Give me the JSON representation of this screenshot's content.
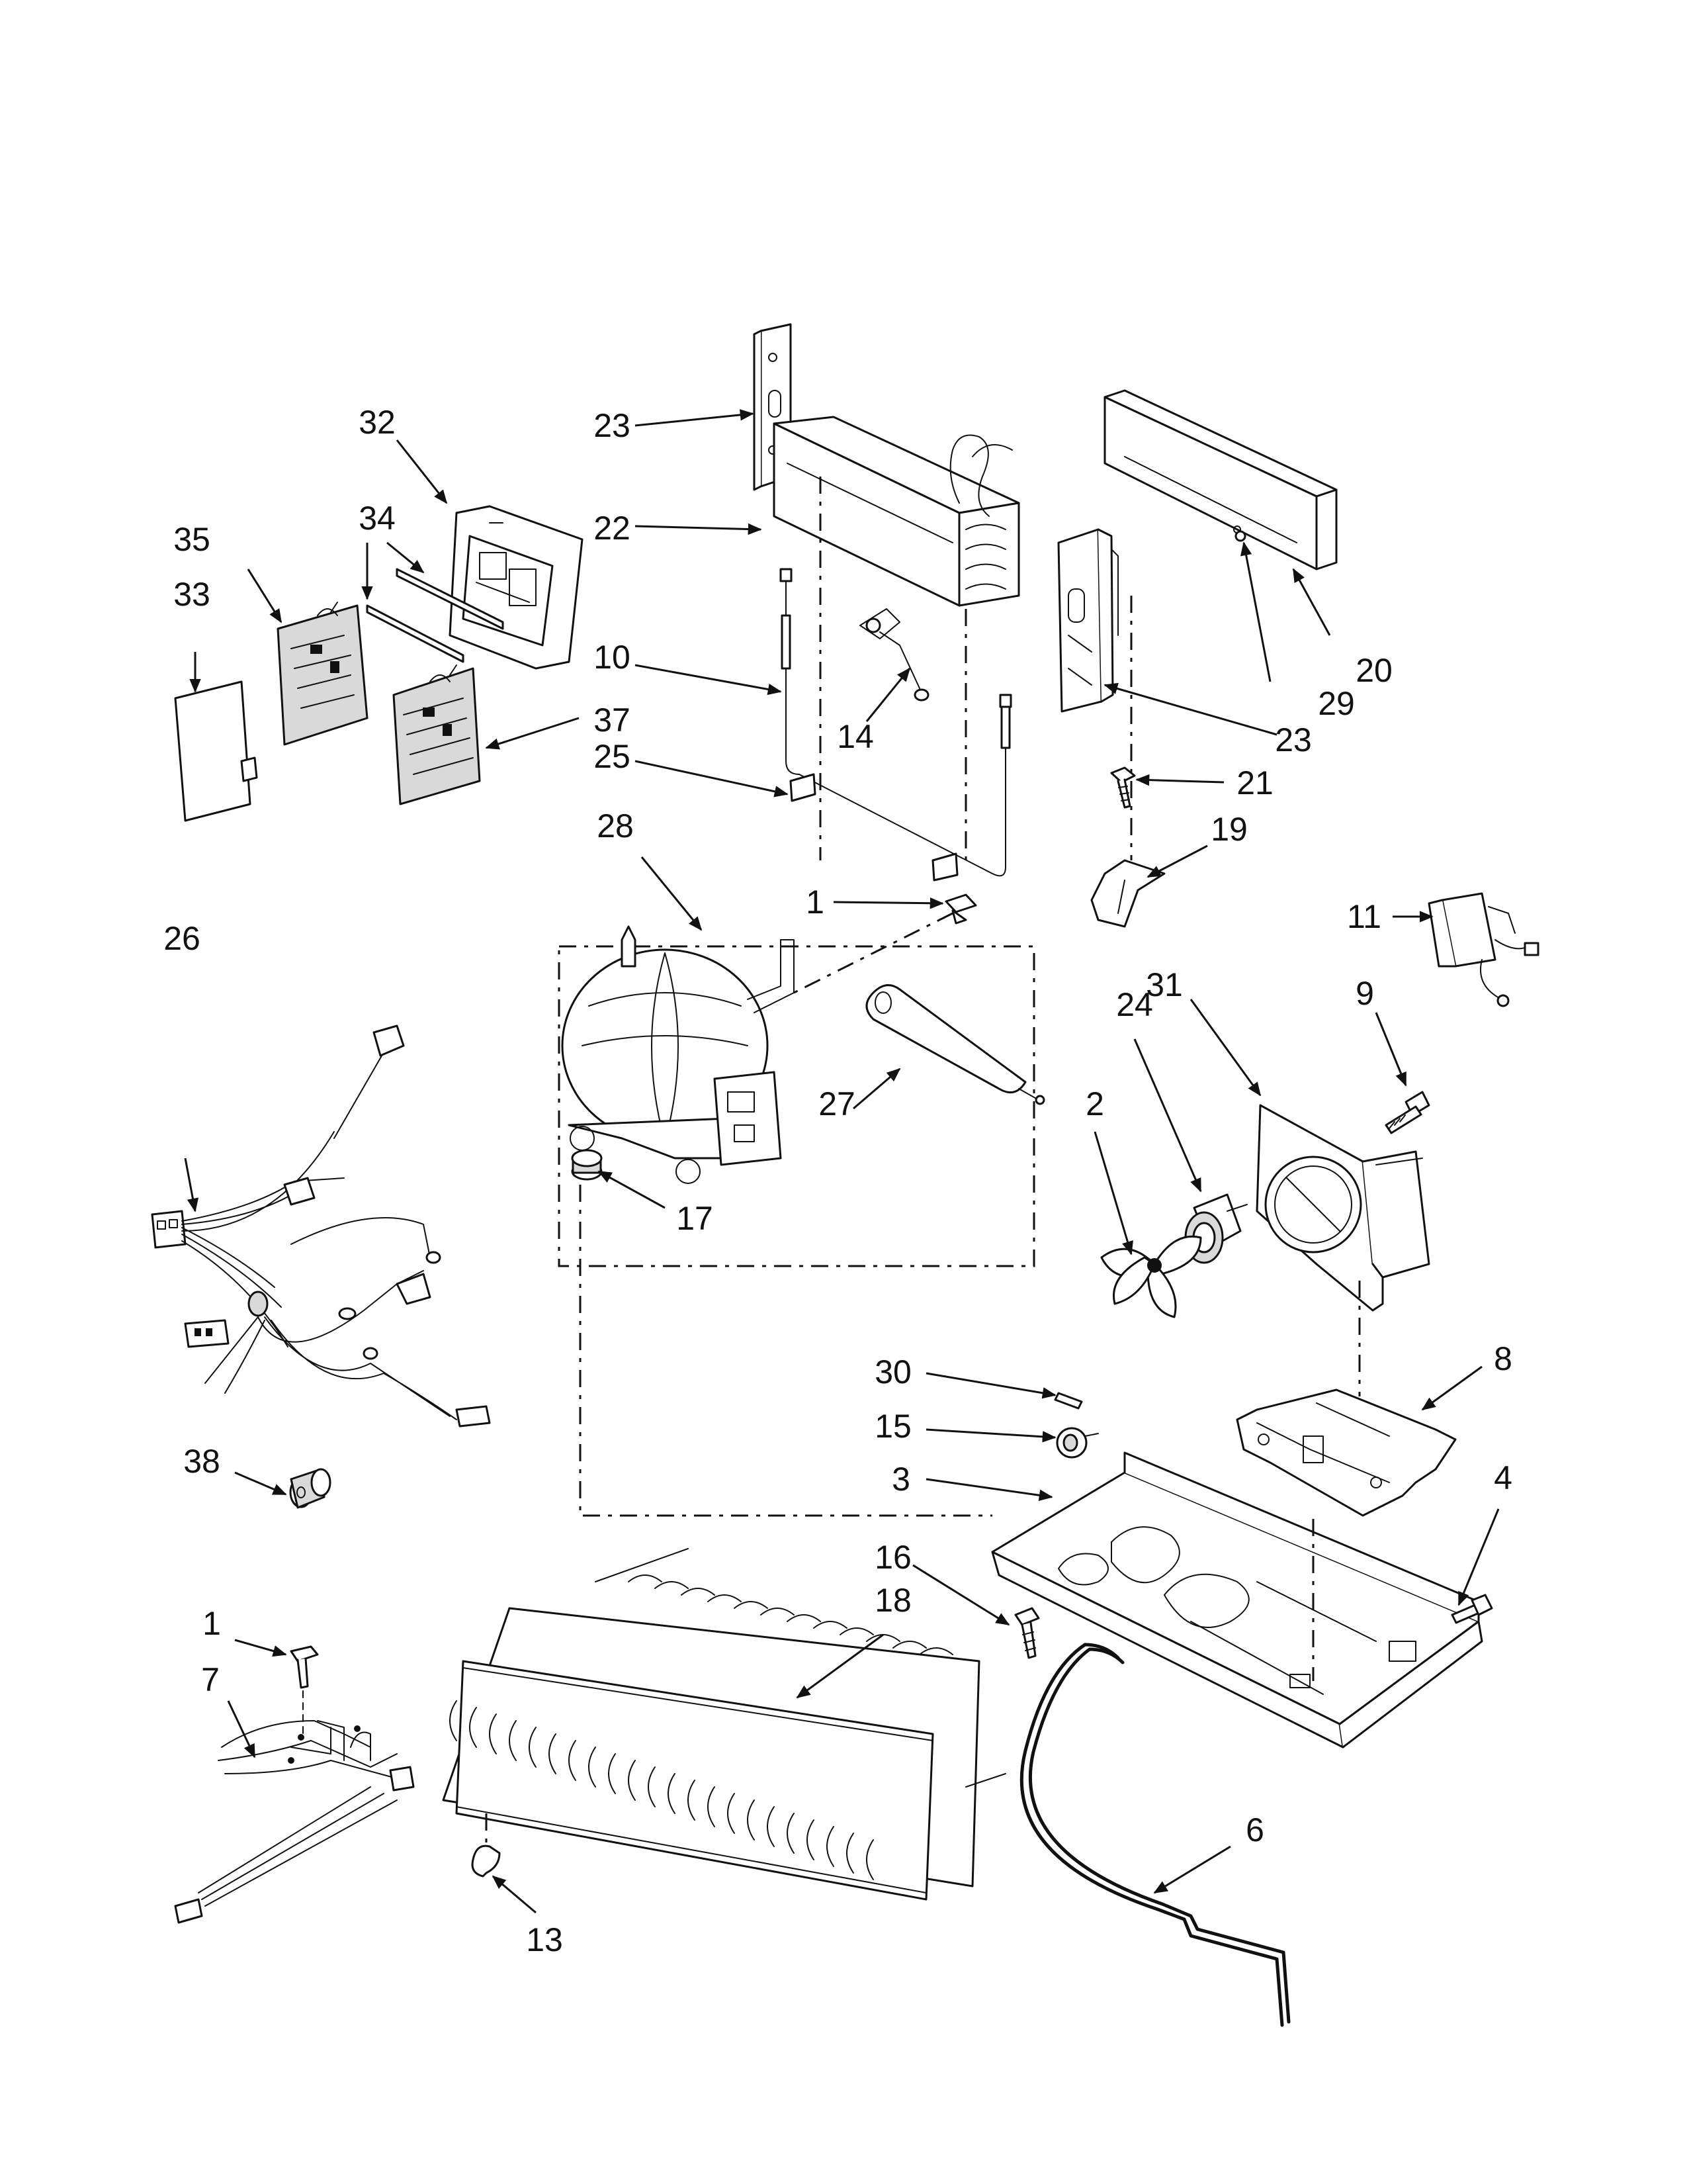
{
  "callouts": [
    "1",
    "1",
    "2",
    "3",
    "4",
    "6",
    "7",
    "8",
    "9",
    "10",
    "11",
    "13",
    "14",
    "15",
    "16",
    "17",
    "18",
    "19",
    "20",
    "21",
    "22",
    "23",
    "23",
    "24",
    "25",
    "26",
    "27",
    "28",
    "29",
    "30",
    "31",
    "32",
    "33",
    "34",
    "35",
    "37",
    "38"
  ],
  "colors": {
    "line": "#111111",
    "shade": "#d9d9d9",
    "background": "#ffffff"
  }
}
